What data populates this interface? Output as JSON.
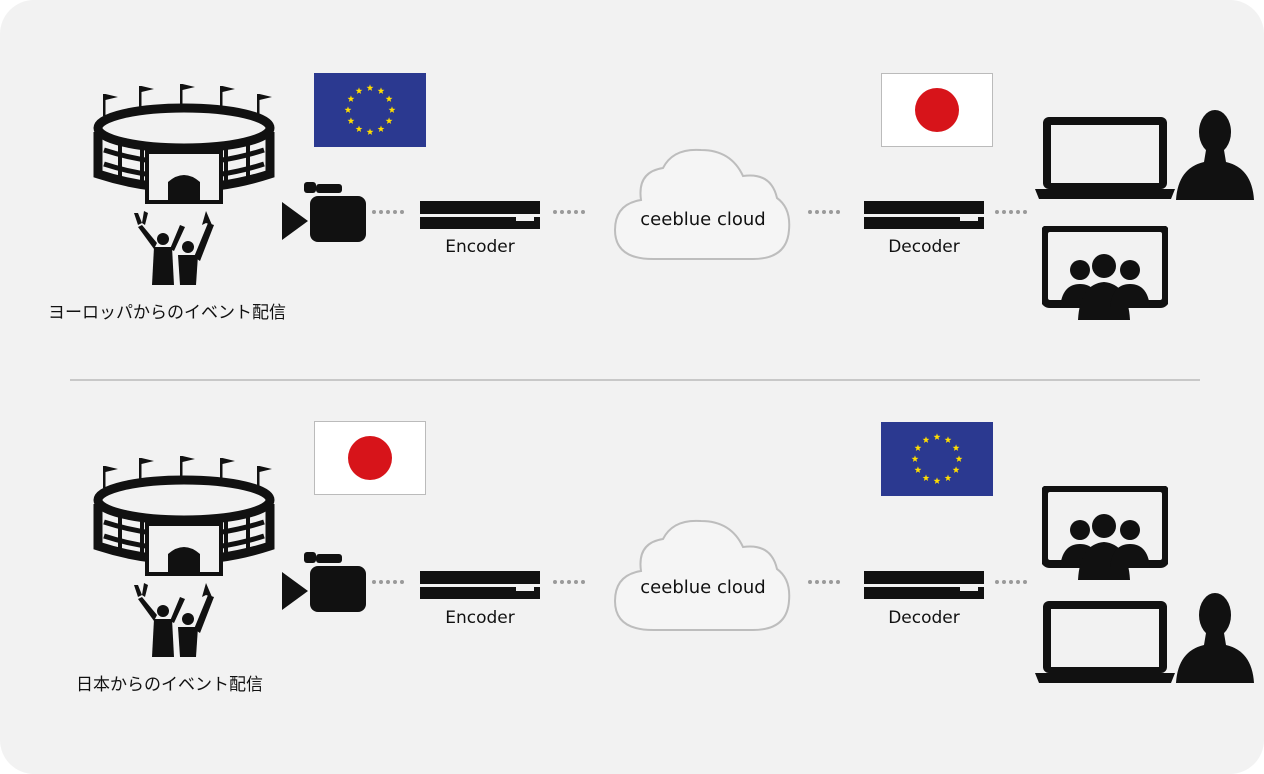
{
  "rows": [
    {
      "caption": "ヨーロッパからのイベント配信",
      "source_flag": "eu-flag",
      "dest_flag": "japan-flag",
      "encoder_label": "Encoder",
      "cloud_label": "ceeblue cloud",
      "decoder_label": "Decoder"
    },
    {
      "caption": "日本からのイベント配信",
      "source_flag": "japan-flag",
      "dest_flag": "eu-flag",
      "encoder_label": "Encoder",
      "cloud_label": "ceeblue cloud",
      "decoder_label": "Decoder"
    }
  ],
  "colors": {
    "background": "#f2f2f2",
    "icon": "#111111",
    "eu_blue": "#2b3990",
    "eu_star": "#ffdd00",
    "japan_red": "#d7141a",
    "dots": "#9a9a9a",
    "divider": "#c8c8c8"
  },
  "icons": [
    "stadium-icon",
    "fans-icon",
    "video-camera-icon",
    "encoder-device-icon",
    "cloud-icon",
    "decoder-device-icon",
    "laptop-icon",
    "person-icon",
    "screen-audience-icon"
  ]
}
